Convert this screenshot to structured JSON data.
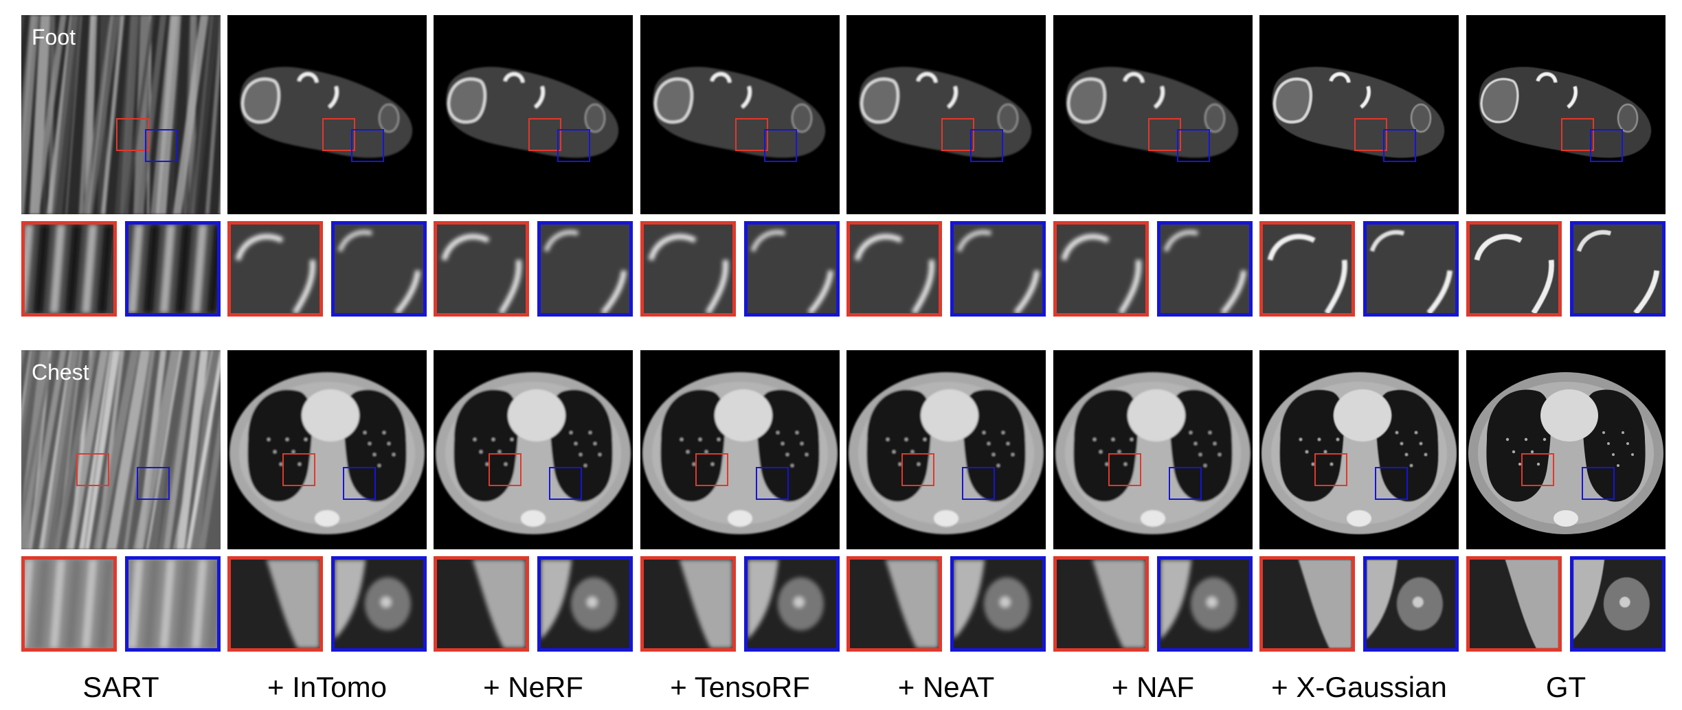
{
  "rows": [
    {
      "key": "foot",
      "label": "Foot"
    },
    {
      "key": "chest",
      "label": "Chest"
    }
  ],
  "methods": [
    {
      "key": "sart",
      "label": "SART"
    },
    {
      "key": "intomo",
      "label": "+ InTomo"
    },
    {
      "key": "nerf",
      "label": "+ NeRF"
    },
    {
      "key": "tensorf",
      "label": "+ TensoRF"
    },
    {
      "key": "neat",
      "label": "+ NeAT"
    },
    {
      "key": "naf",
      "label": "+ NAF"
    },
    {
      "key": "xgaussian",
      "label": "+ X-Gaussian"
    },
    {
      "key": "gt",
      "label": "GT"
    }
  ],
  "colors": {
    "zoom_red": "#e0392b",
    "zoom_blue": "#1515d8",
    "label_text": "#000000",
    "overlay_text": "#ffffff",
    "background": "#ffffff"
  }
}
